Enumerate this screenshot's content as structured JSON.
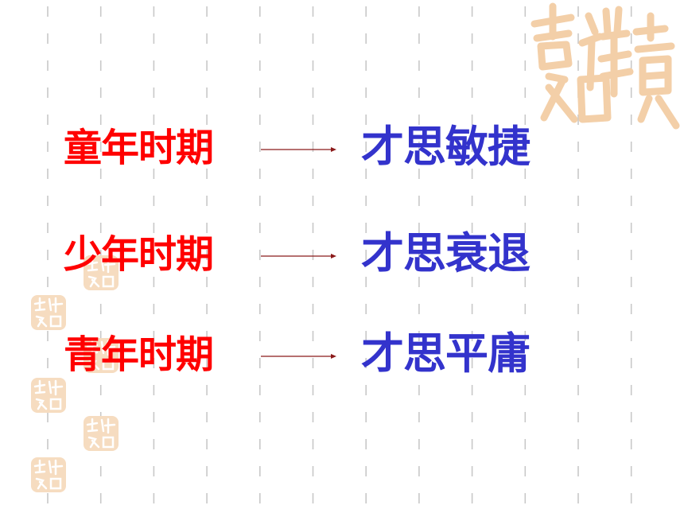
{
  "logo_text": "吉祥如意",
  "colors": {
    "stage": "#ff0000",
    "result": "#3333cc",
    "arrow": "#8b1a1a",
    "grid": "#c8c8c8",
    "seal": "#f3cfa8"
  },
  "rows": [
    {
      "stage": "童年时期",
      "result": "才思敏捷"
    },
    {
      "stage": "少年时期",
      "result": "才思衰退"
    },
    {
      "stage": "青年时期",
      "result": "才思平庸"
    }
  ]
}
